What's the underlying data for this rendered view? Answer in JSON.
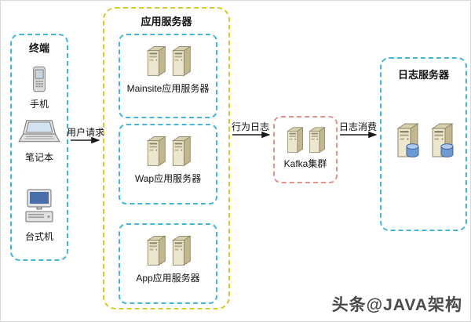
{
  "colors": {
    "terminal_border": "#45b5d9",
    "app_border": "#d9ca2e",
    "cluster_border": "#45b5d9",
    "kafka_border": "#e2938d",
    "log_border": "#45b5d9",
    "arrow_color": "#1a1a1a"
  },
  "terminal": {
    "title": "终端",
    "items": [
      {
        "label": "手机",
        "icon": "mobile-phone-icon"
      },
      {
        "label": "笔记本",
        "icon": "laptop-icon"
      },
      {
        "label": "台式机",
        "icon": "desktop-computer-icon"
      }
    ]
  },
  "app_servers": {
    "title": "应用服务器",
    "clusters": [
      {
        "label": "Mainsite应用服务器",
        "icon": "server-tower-icon"
      },
      {
        "label": "Wap应用服务器",
        "icon": "server-tower-icon"
      },
      {
        "label": "App应用服务器",
        "icon": "server-tower-icon"
      }
    ]
  },
  "kafka": {
    "label": "Kafka集群",
    "icon": "server-tower-icon"
  },
  "log_servers": {
    "title": "日志服务器",
    "icon": "database-server-icon"
  },
  "flows": {
    "user_request": "用户请求",
    "behavior_log": "行为日志",
    "log_consume": "日志消费"
  },
  "watermark": "头条@JAVA架构"
}
